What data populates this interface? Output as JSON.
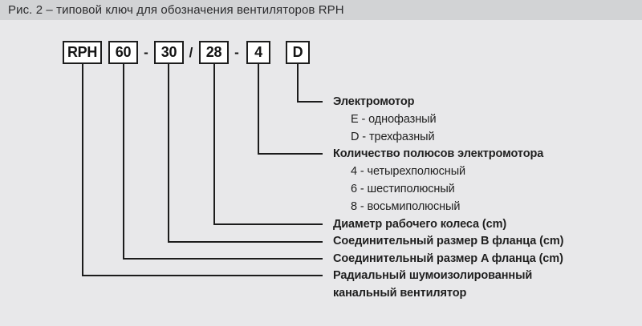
{
  "caption": "Рис. 2 – типовой ключ для обозначения вентиляторов RPH",
  "code": {
    "boxes": [
      "RPH",
      "60",
      "30",
      "28",
      "4",
      "D"
    ],
    "separators": [
      "-",
      "/",
      "-"
    ]
  },
  "labels": [
    {
      "text": "Электромотор",
      "kind": "heading"
    },
    {
      "text": "E - однофазный",
      "kind": "item"
    },
    {
      "text": "D - трехфазный",
      "kind": "item"
    },
    {
      "text": "Количество полюсов электромотора",
      "kind": "heading"
    },
    {
      "text": "4 - четырехполюсный",
      "kind": "item"
    },
    {
      "text": "6 - шестиполюсный",
      "kind": "item"
    },
    {
      "text": "8 - восьмиполюсный",
      "kind": "item"
    },
    {
      "text": "Диаметр рабочего колеса (cm)",
      "kind": "heading"
    },
    {
      "text": "Соединительный размер B фланца (cm)",
      "kind": "heading"
    },
    {
      "text": "Соединительный размер A фланца (cm)",
      "kind": "heading"
    },
    {
      "text": "Радиальный шумоизолированный",
      "kind": "heading"
    },
    {
      "text": "канальный вентилятор",
      "kind": "heading"
    }
  ],
  "colors": {
    "page_background": "#e8e8ea",
    "caption_bar": "#d2d3d5",
    "box_fill": "#ffffff",
    "box_border": "#1c1c1c",
    "connector_line": "#1c1c1c",
    "text": "#1f1f1f"
  }
}
